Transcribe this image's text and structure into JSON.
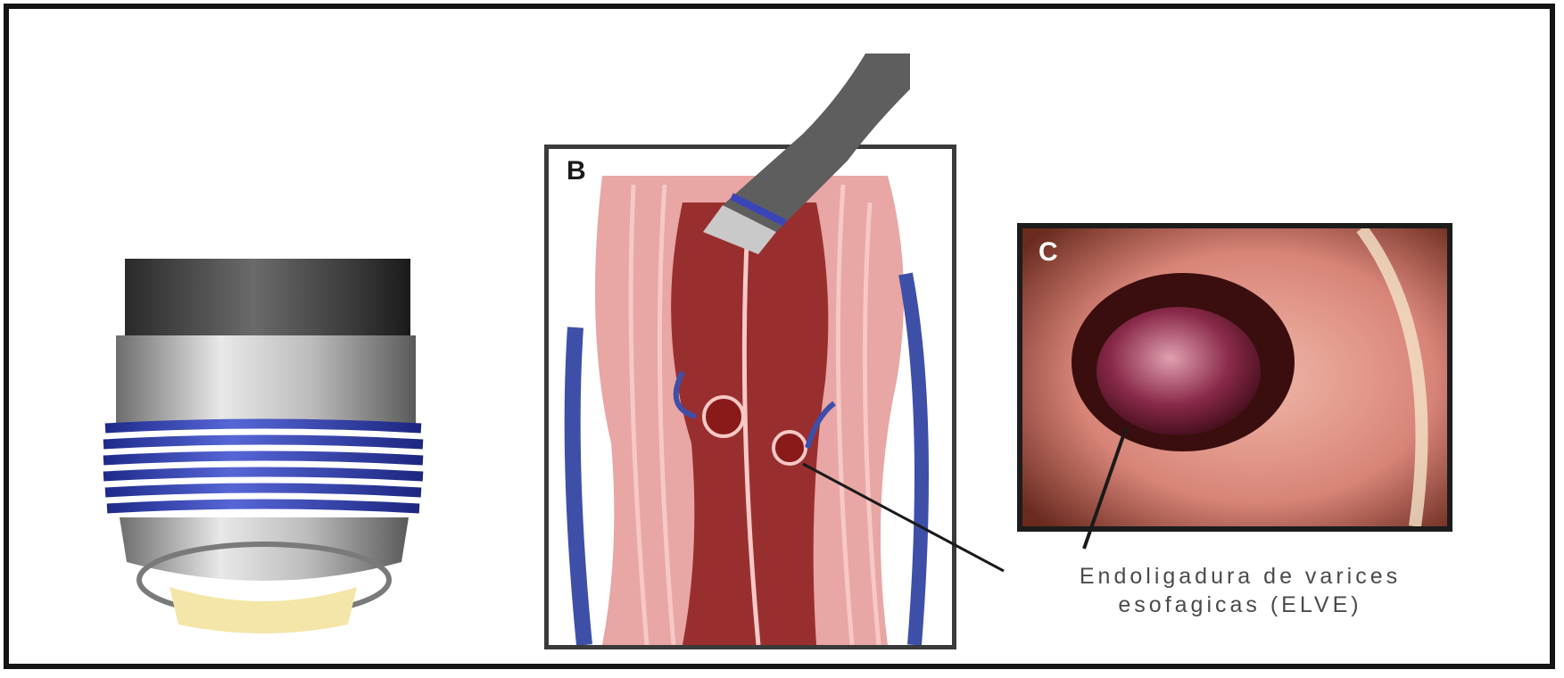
{
  "panel_b": {
    "letter": "B"
  },
  "panel_c": {
    "letter": "C"
  },
  "caption": {
    "line1": "Endoligadura de varices",
    "line2": "esofagicas (ELVE)"
  },
  "colors": {
    "frame": "#141414",
    "band_blue": "#3a46b8",
    "mucosa_pink": "#e8a6a4",
    "blood_red": "#8a1a1a",
    "vein_blue": "#3e4fa8"
  }
}
